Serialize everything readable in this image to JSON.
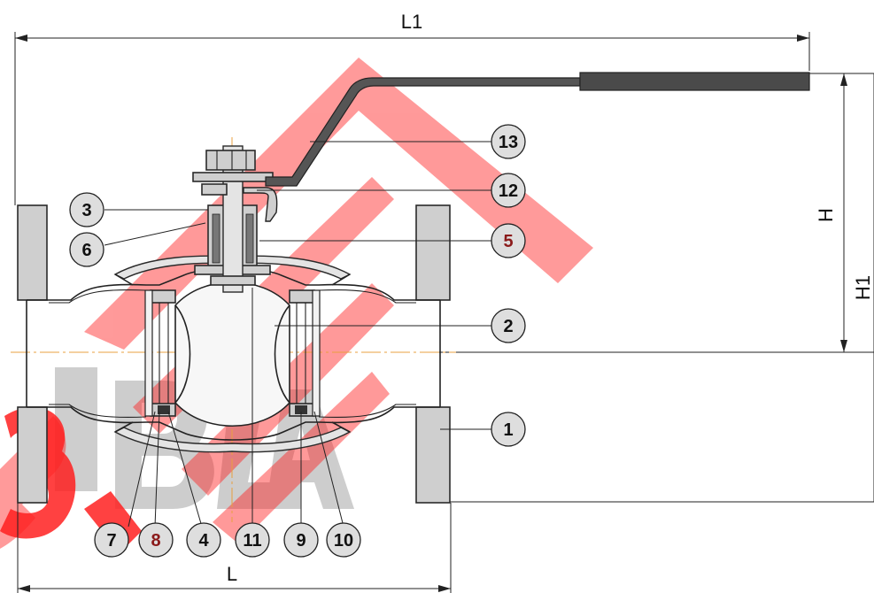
{
  "dimensions": {
    "L1": "L1",
    "L": "L",
    "H": "H",
    "H1": "H1"
  },
  "callouts": [
    {
      "id": "1",
      "label": "1",
      "highlight": false
    },
    {
      "id": "2",
      "label": "2",
      "highlight": false
    },
    {
      "id": "3",
      "label": "3",
      "highlight": false
    },
    {
      "id": "4",
      "label": "4",
      "highlight": false
    },
    {
      "id": "5",
      "label": "5",
      "highlight": true
    },
    {
      "id": "6",
      "label": "6",
      "highlight": false
    },
    {
      "id": "7",
      "label": "7",
      "highlight": false
    },
    {
      "id": "8",
      "label": "8",
      "highlight": true
    },
    {
      "id": "9",
      "label": "9",
      "highlight": false
    },
    {
      "id": "10",
      "label": "10",
      "highlight": false
    },
    {
      "id": "11",
      "label": "11",
      "highlight": false
    },
    {
      "id": "12",
      "label": "12",
      "highlight": false
    },
    {
      "id": "13",
      "label": "13",
      "highlight": false
    }
  ],
  "colors": {
    "callout_fill": "#dedede",
    "callout_text": "#111111",
    "callout_highlight_text": "#8b1a1a",
    "watermark_red": "#ff1a1a",
    "watermark_gray": "#bdbdbd",
    "centerline": "#e8a040"
  },
  "watermark": "logo"
}
